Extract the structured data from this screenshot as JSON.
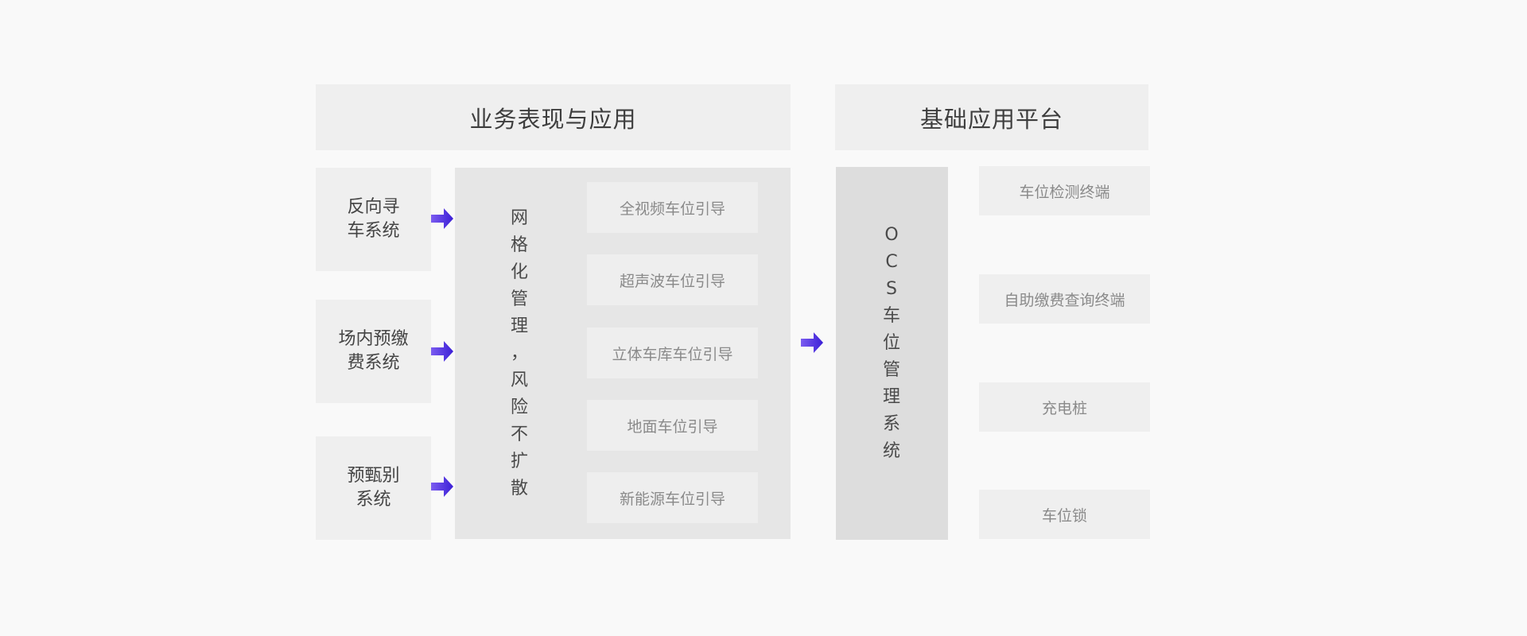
{
  "headers": {
    "left": "业务表现与应用",
    "right": "基础应用平台"
  },
  "systems": [
    {
      "line1": "反向寻",
      "line2": "车系统"
    },
    {
      "line1": "场内预缴",
      "line2": "费系统"
    },
    {
      "line1": "预甄别",
      "line2": "系统"
    }
  ],
  "grid_management": [
    "网",
    "格",
    "化",
    "管",
    "理",
    "，",
    "风",
    "险",
    "不",
    "扩",
    "散"
  ],
  "guides": [
    "全视频车位引导",
    "超声波车位引导",
    "立体车库车位引导",
    "地面车位引导",
    "新能源车位引导"
  ],
  "ocs": [
    "O",
    "C",
    "S",
    "车",
    "位",
    "管",
    "理",
    "系",
    "统"
  ],
  "terminals": [
    "车位检测终端",
    "自助缴费查询终端",
    "充电桩",
    "车位锁"
  ],
  "colors": {
    "arrow_start": "#7b5cf0",
    "arrow_end": "#3b1fd6"
  }
}
